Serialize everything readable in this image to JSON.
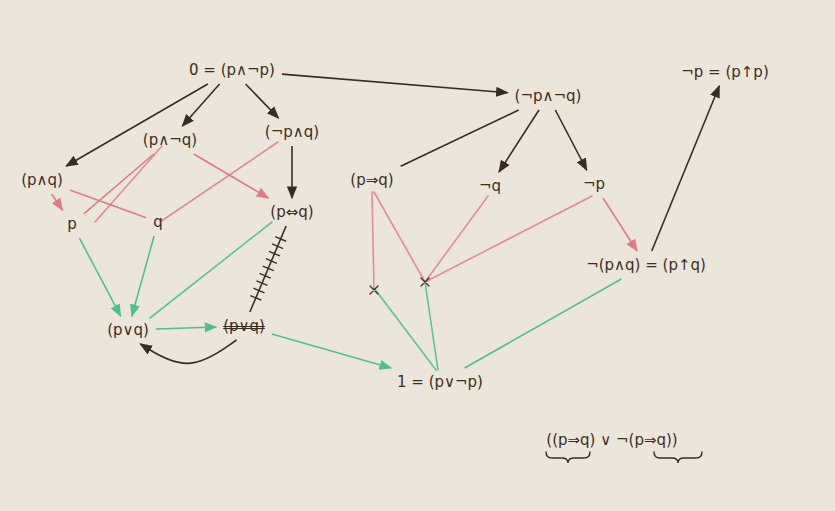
{
  "diagram": {
    "nodes": [
      {
        "text": [
          "0 = (p∧¬p)"
        ]
      },
      {
        "text": [
          "(p∧q)"
        ]
      },
      {
        "text": [
          "(p∧¬q)"
        ]
      },
      {
        "text": [
          "(¬p∧q)"
        ]
      },
      {
        "text": [
          "p"
        ]
      },
      {
        "text": [
          "q"
        ]
      },
      {
        "text": [
          "(p⇔q)"
        ]
      },
      {
        "text": [
          "(p∨q)"
        ]
      },
      {
        "text": [
          "(p∨q)"
        ]
      },
      {
        "text": [
          "(¬p∧¬q)"
        ]
      },
      {
        "text": [
          "(p⇒q)"
        ]
      },
      {
        "text": [
          "¬q"
        ]
      },
      {
        "text": [
          "¬p"
        ]
      },
      {
        "text": [
          "¬(p∧q) = (p↑q)"
        ]
      },
      {
        "text": [
          "¬p = (p↑p)"
        ]
      },
      {
        "text": [
          "1 = (p∨¬p)"
        ]
      }
    ],
    "edges": [
      {
        "from": 0,
        "to": 1,
        "arrow": "to"
      },
      {
        "from": 0,
        "to": 2,
        "arrow": "to"
      },
      {
        "from": 0,
        "to": 3,
        "arrow": "to"
      },
      {
        "from": 0,
        "to": 9,
        "arrow": "to"
      },
      {
        "from": 9,
        "to": 10,
        "arrow": "none"
      },
      {
        "from": 9,
        "to": 11,
        "arrow": "to"
      },
      {
        "from": 9,
        "to": 12,
        "arrow": "to"
      },
      {
        "from": 1,
        "to": 4,
        "arrow": "to"
      },
      {
        "from": 1,
        "to": 5,
        "arrow": "none"
      },
      {
        "from": 2,
        "to": 4,
        "arrow": "none"
      },
      {
        "from": 2,
        "to": 6,
        "arrow": "to"
      },
      {
        "from": 3,
        "to": 6,
        "arrow": "to"
      },
      {
        "from": 4,
        "to": 7,
        "arrow": "to"
      },
      {
        "from": 5,
        "to": 7,
        "arrow": "to"
      },
      {
        "from": 7,
        "to": 8,
        "arrow": "to"
      },
      {
        "from": 8,
        "to": 7,
        "arrow": "to"
      },
      {
        "from": 6,
        "to": 8,
        "arrow": "none"
      },
      {
        "from": 8,
        "to": 15,
        "arrow": "to"
      },
      {
        "from": 12,
        "to": 13,
        "arrow": "to"
      },
      {
        "from": 13,
        "to": 15,
        "arrow": "none"
      },
      {
        "from": 13,
        "to": 14,
        "arrow": "to"
      }
    ],
    "labels": [
      "((p⇒q) ∨ ¬(p⇒q))"
    ]
  }
}
